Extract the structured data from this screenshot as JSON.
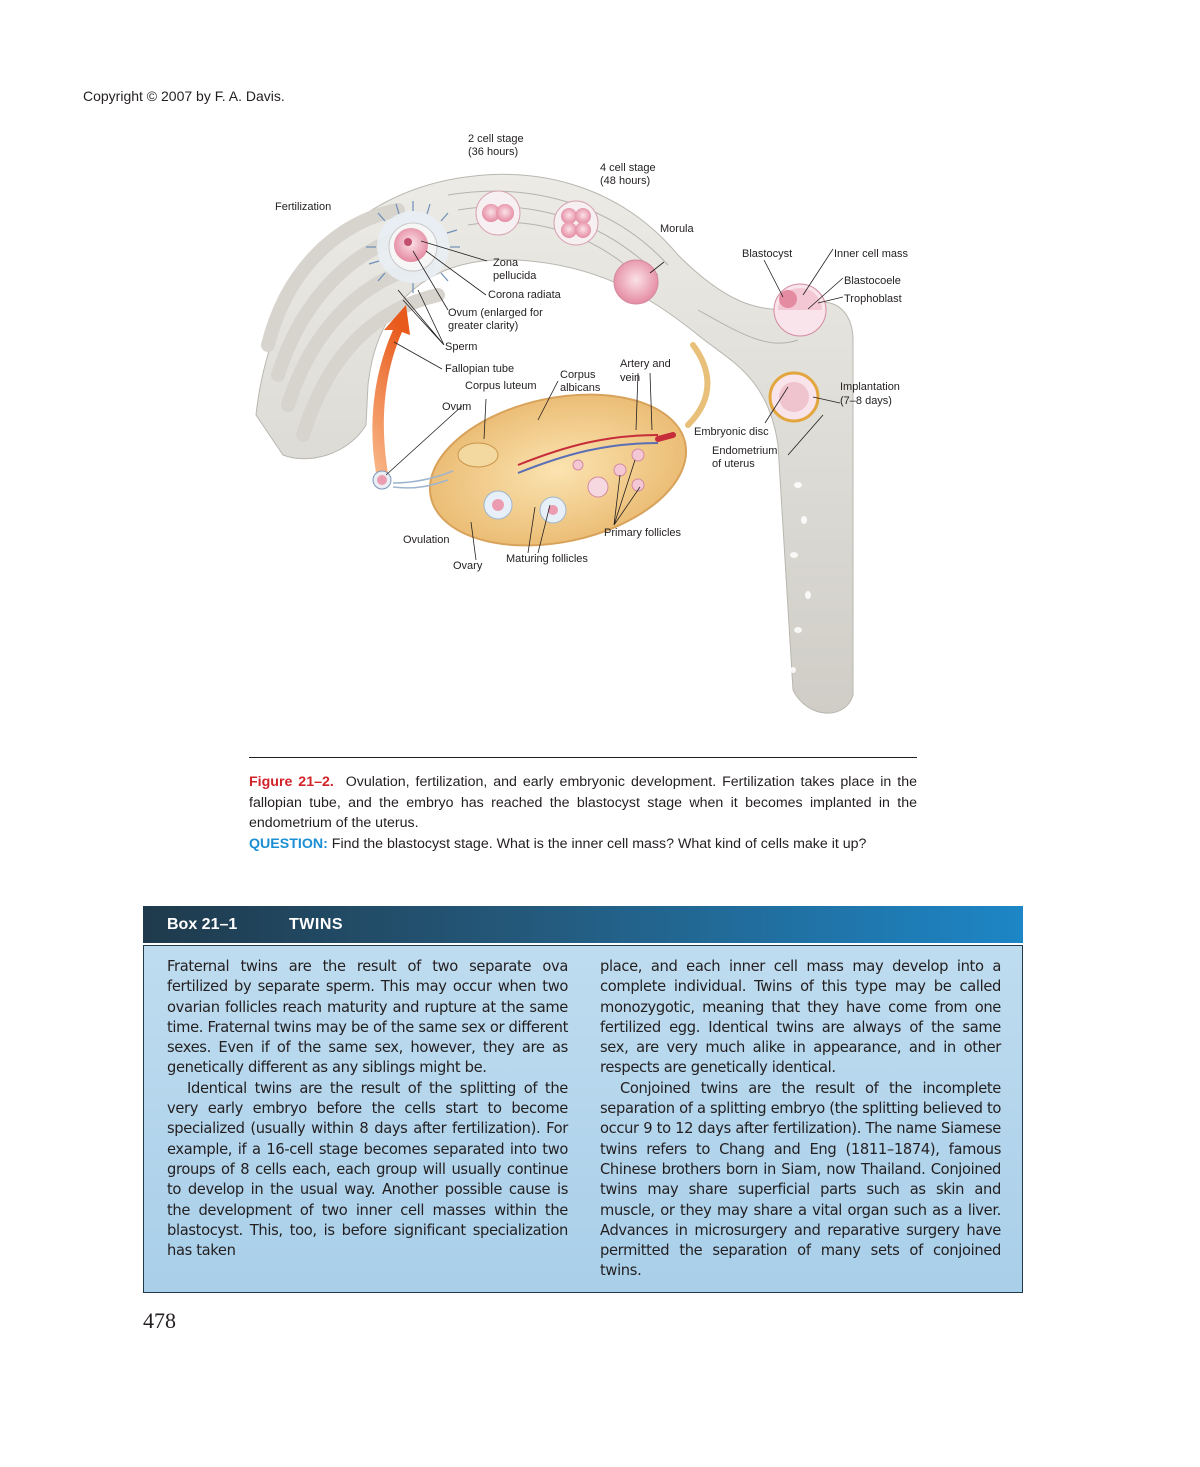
{
  "header": {
    "copyright": "Copyright © 2007 by F. A. Davis."
  },
  "figure": {
    "labels": {
      "two_cell_line1": "2 cell stage",
      "two_cell_line2": "(36 hours)",
      "four_cell_line1": "4 cell stage",
      "four_cell_line2": "(48 hours)",
      "fertilization": "Fertilization",
      "morula": "Morula",
      "blastocyst": "Blastocyst",
      "inner_cell_mass": "Inner cell mass",
      "blastocoele": "Blastocoele",
      "trophoblast": "Trophoblast",
      "zona_line1": "Zona",
      "zona_line2": "pellucida",
      "corona_radiata": "Corona radiata",
      "ovum_enlarged_line1": "Ovum (enlarged for",
      "ovum_enlarged_line2": "greater clarity)",
      "sperm": "Sperm",
      "fallopian_tube": "Fallopian tube",
      "corpus_luteum": "Corpus luteum",
      "corpus_albicans_line1": "Corpus",
      "corpus_albicans_line2": "albicans",
      "artery_vein_line1": "Artery and",
      "artery_vein_line2": "vein",
      "ovum": "Ovum",
      "implantation_line1": "Implantation",
      "implantation_line2": "(7–8 days)",
      "embryonic_disc": "Embryonic disc",
      "endometrium_line1": "Endometrium",
      "endometrium_line2": "of uterus",
      "primary_follicles": "Primary follicles",
      "ovulation": "Ovulation",
      "ovary": "Ovary",
      "maturing_follicles": "Maturing follicles"
    },
    "caption": {
      "number": "Figure 21–2.",
      "text": "Ovulation, fertilization, and early embryonic development. Fertilization takes place in the fallopian tube, and the embryo has reached the blastocyst stage when it becomes implanted in the endometrium of the uterus.",
      "question_label": "QUESTION:",
      "question_text": "Find the blastocyst stage. What is the inner cell mass? What kind of cells make it up?"
    }
  },
  "box": {
    "number": "Box 21–1",
    "title": "TWINS",
    "left": {
      "p1": "Fraternal twins are the result of two separate ova fertilized by separate sperm. This may occur when two ovarian follicles reach maturity and rupture at the same time. Fraternal twins may be of the same sex or different sexes. Even if of the same sex, however, they are as genetically different as any siblings might be.",
      "p2": "Identical twins are the result of the splitting of the very early embryo before the cells start to become specialized (usually within 8 days after fertilization). For example, if a 16-cell stage becomes separated into two groups of 8 cells each, each group will usually continue to develop in the usual way. Another possible cause is the development of two inner cell masses within the blastocyst. This, too, is before significant specialization has taken"
    },
    "right": {
      "p1": "place, and each inner cell mass may develop into a complete individual. Twins of this type may be called monozygotic, meaning that they have come from one fertilized egg. Identical twins are always of the same sex, are very much alike in appearance, and in other respects are genetically identical.",
      "p2": "Conjoined twins are the result of the incomplete separation of a splitting embryo (the splitting believed to occur 9 to 12 days after fertilization). The name Siamese twins refers to Chang and Eng (1811–1874), famous Chinese brothers born in Siam, now Thailand. Conjoined twins may share superficial parts such as skin and muscle, or they may share a vital organ such as a liver. Advances in microsurgery and reparative surgery have permitted the separation of many sets of conjoined twins."
    }
  },
  "footer": {
    "page_number": "478"
  },
  "colors": {
    "caption_figure_number": "#d2232a",
    "question_label": "#1c8fd4",
    "box_header_dark": "#1f3a4c",
    "box_header_light": "#1d86c6",
    "box_body": "#b3d6ec"
  }
}
